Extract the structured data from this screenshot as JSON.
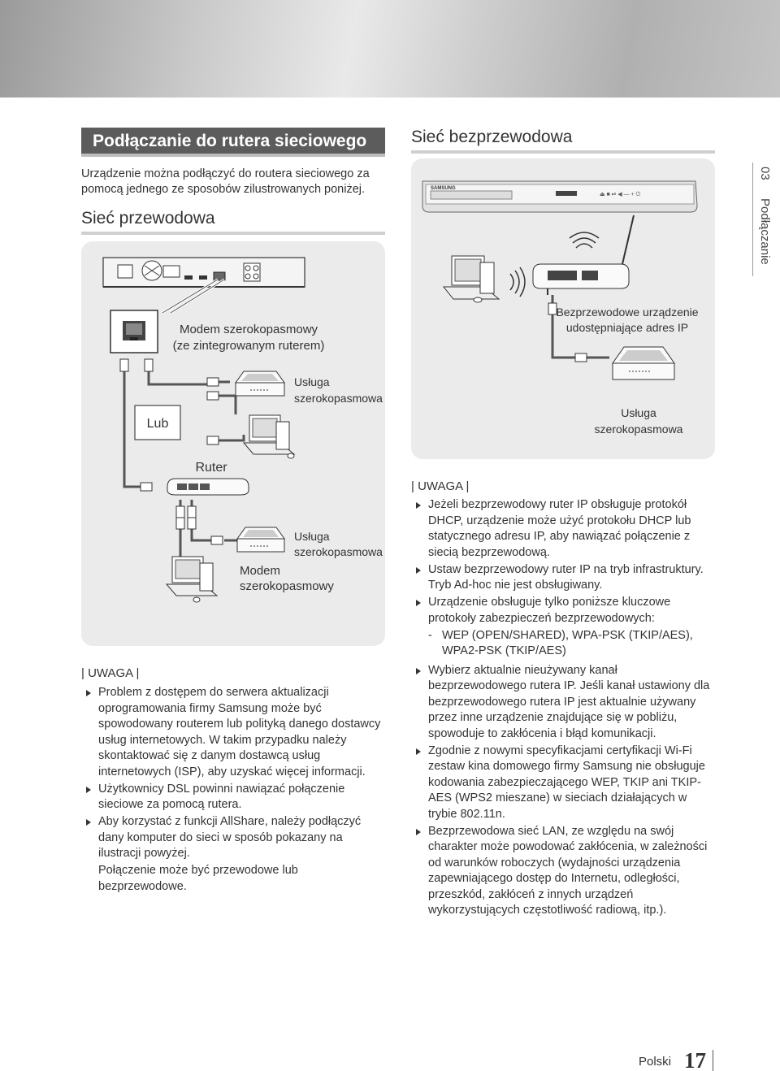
{
  "header": {
    "section_title": "Podłączanie do rutera sieciowego",
    "wireless_title": "Sieć bezprzewodowa",
    "intro": "Urządzenie można podłączyć do routera sieciowego za pomocą jednego ze sposobów zilustrowanych poniżej.",
    "wired_title": "Sieć przewodowa"
  },
  "side_tab": {
    "number": "03",
    "label": "Podłączanie"
  },
  "wired_diagram": {
    "modem_label_1": "Modem szerokopasmowy",
    "modem_label_2": "(ze zintegrowanym ruterem)",
    "service_top_1": "Usługa",
    "service_top_2": "szerokopasmowa",
    "or_label": "Lub",
    "router_label": "Ruter",
    "service_bottom_1": "Usługa",
    "service_bottom_2": "szerokopasmowa",
    "modem_bottom_1": "Modem",
    "modem_bottom_2": "szerokopasmowy"
  },
  "wireless_diagram": {
    "brand": "SAMSUNG",
    "ap_label_1": "Bezprzewodowe urządzenie",
    "ap_label_2": "udostępniające adres IP",
    "service_1": "Usługa",
    "service_2": "szerokopasmowa"
  },
  "notes_left": {
    "heading": "| UWAGA |",
    "items": [
      "Problem z dostępem do serwera aktualizacji oprogramowania firmy Samsung może być spowodowany routerem lub polityką danego dostawcy usług internetowych. W takim przypadku należy skontaktować się z danym dostawcą usług internetowych (ISP), aby uzyskać więcej informacji.",
      "Użytkownicy DSL powinni nawiązać połączenie sieciowe za pomocą rutera.",
      "Aby korzystać z funkcji AllShare, należy podłączyć dany komputer do sieci w sposób pokazany na ilustracji powyżej."
    ],
    "trailing": "Połączenie może być przewodowe lub bezprzewodowe."
  },
  "notes_right": {
    "heading": "| UWAGA |",
    "item1": "Jeżeli bezprzewodowy ruter IP obsługuje protokół DHCP, urządzenie może użyć protokołu DHCP lub statycznego adresu IP, aby nawiązać połączenie z siecią bezprzewodową.",
    "item2": "Ustaw bezprzewodowy ruter IP na tryb infrastruktury. Tryb Ad-hoc nie jest obsługiwany.",
    "item3": "Urządzenie obsługuje tylko poniższe kluczowe protokoły zabezpieczeń bezprzewodowych:",
    "dash_mark": "-",
    "item3_dash": "WEP (OPEN/SHARED), WPA-PSK (TKIP/AES), WPA2-PSK (TKIP/AES)",
    "item4": "Wybierz aktualnie nieużywany kanał bezprzewodowego rutera IP. Jeśli kanał ustawiony dla bezprzewodowego rutera IP jest aktualnie używany przez inne urządzenie znajdujące się w pobliżu, spowoduje to zakłócenia i błąd komunikacji.",
    "item5": "Zgodnie z nowymi specyfikacjami certyfikacji Wi-Fi zestaw kina domowego firmy Samsung nie obsługuje kodowania zabezpieczającego WEP, TKIP ani TKIP-AES (WPS2 mieszane) w sieciach działających w trybie 802.11n.",
    "item6": "Bezprzewodowa sieć LAN, ze względu na swój charakter może powodować zakłócenia, w zależności od warunków roboczych (wydajności urządzenia zapewniającego dostęp do Internetu, odległości, przeszkód, zakłóceń z innych urządzeń wykorzystujących częstotliwość radiową, itp.)."
  },
  "footer": {
    "language": "Polski",
    "page_number": "17"
  }
}
